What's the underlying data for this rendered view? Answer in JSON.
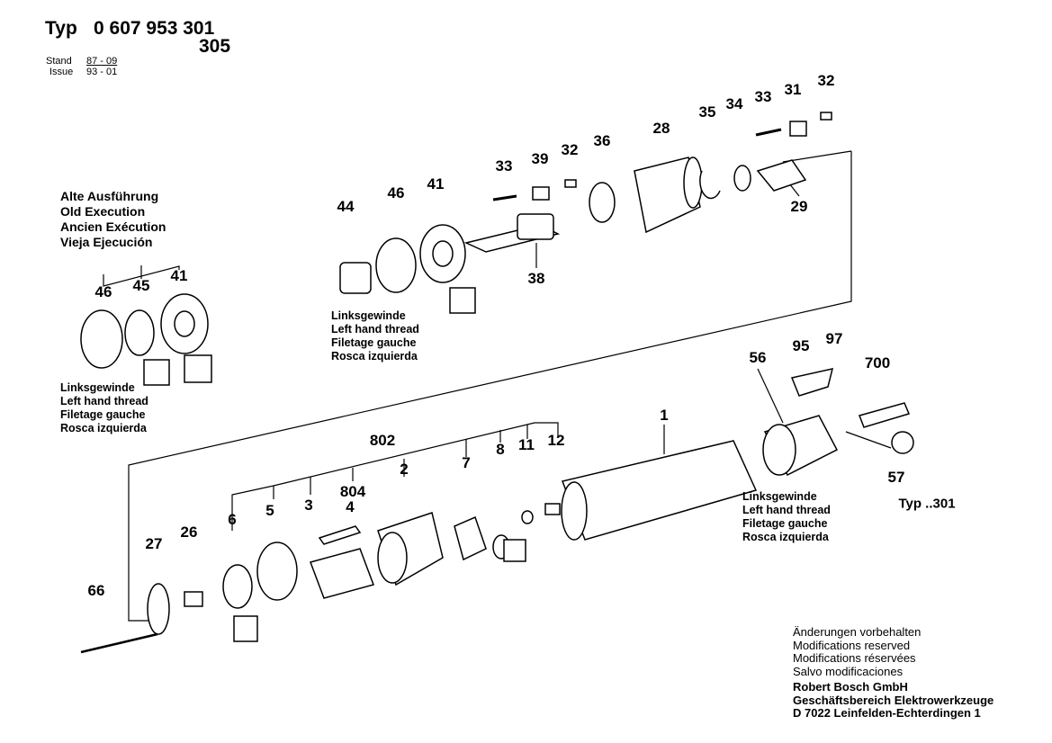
{
  "header": {
    "typ_label": "Typ",
    "typ_number": "0 607 953 301",
    "typ_variant": "305",
    "stand_label": "Stand",
    "issue_label": "Issue",
    "stand_value": "87 - 09",
    "issue_value": "93 - 01"
  },
  "old_execution": [
    "Alte Ausführung",
    "Old Execution",
    "Ancien Exécution",
    "Vieja Ejecución"
  ],
  "thread_note": [
    "Linksgewinde",
    "Left hand thread",
    "Filetage gauche",
    "Rosca izquierda"
  ],
  "parts": {
    "p32a": "32",
    "p31": "31",
    "p33a": "33",
    "p34": "34",
    "p35": "35",
    "p28": "28",
    "p36": "36",
    "p32b": "32",
    "p39": "39",
    "p33b": "33",
    "p41": "41",
    "p46": "46",
    "p44": "44",
    "p29": "29",
    "p38": "38",
    "o46": "46",
    "o45": "45",
    "o41": "41",
    "p802": "802",
    "p804": "804",
    "p4": "4",
    "p2": "2",
    "p3": "3",
    "p5": "5",
    "p6": "6",
    "p7": "7",
    "p8": "8",
    "p11": "11",
    "p12": "12",
    "p1": "1",
    "p56": "56",
    "p95": "95",
    "p97": "97",
    "p700": "700",
    "p57": "57",
    "typ301": "Typ ..301",
    "p27": "27",
    "p26": "26",
    "p66": "66"
  },
  "footer": {
    "notes": [
      "Änderungen vorbehalten",
      "Modifications reserved",
      "Modifications réservées",
      "Salvo modificaciones"
    ],
    "company": [
      "Robert Bosch GmbH",
      "Geschäftsbereich Elektrowerkzeuge",
      "D 7022 Leinfelden-Echterdingen 1"
    ]
  }
}
